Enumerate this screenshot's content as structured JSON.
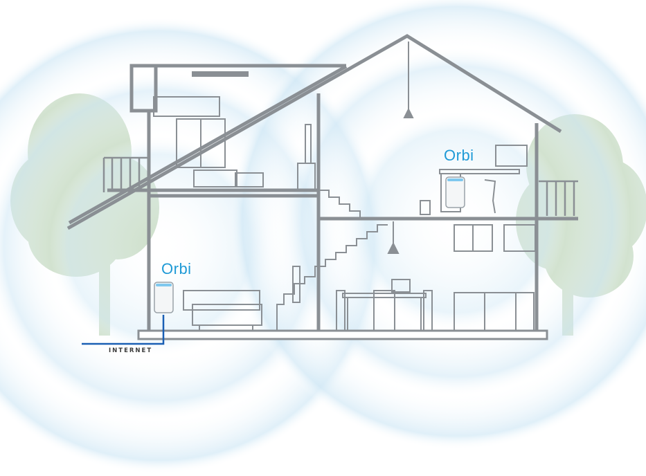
{
  "labels": {
    "router_label": "Orbi",
    "satellite_label": "Orbi",
    "internet_label": "INTERNET"
  },
  "colors": {
    "wifi_ring": "#bfe0f2",
    "house_line": "#8a8f94",
    "tree": "#c9dcc6",
    "accent": "#1f9ad6",
    "cable": "#1a5fb4"
  },
  "icons": {
    "router": "orbi-router-icon",
    "satellite": "orbi-satellite-icon"
  }
}
